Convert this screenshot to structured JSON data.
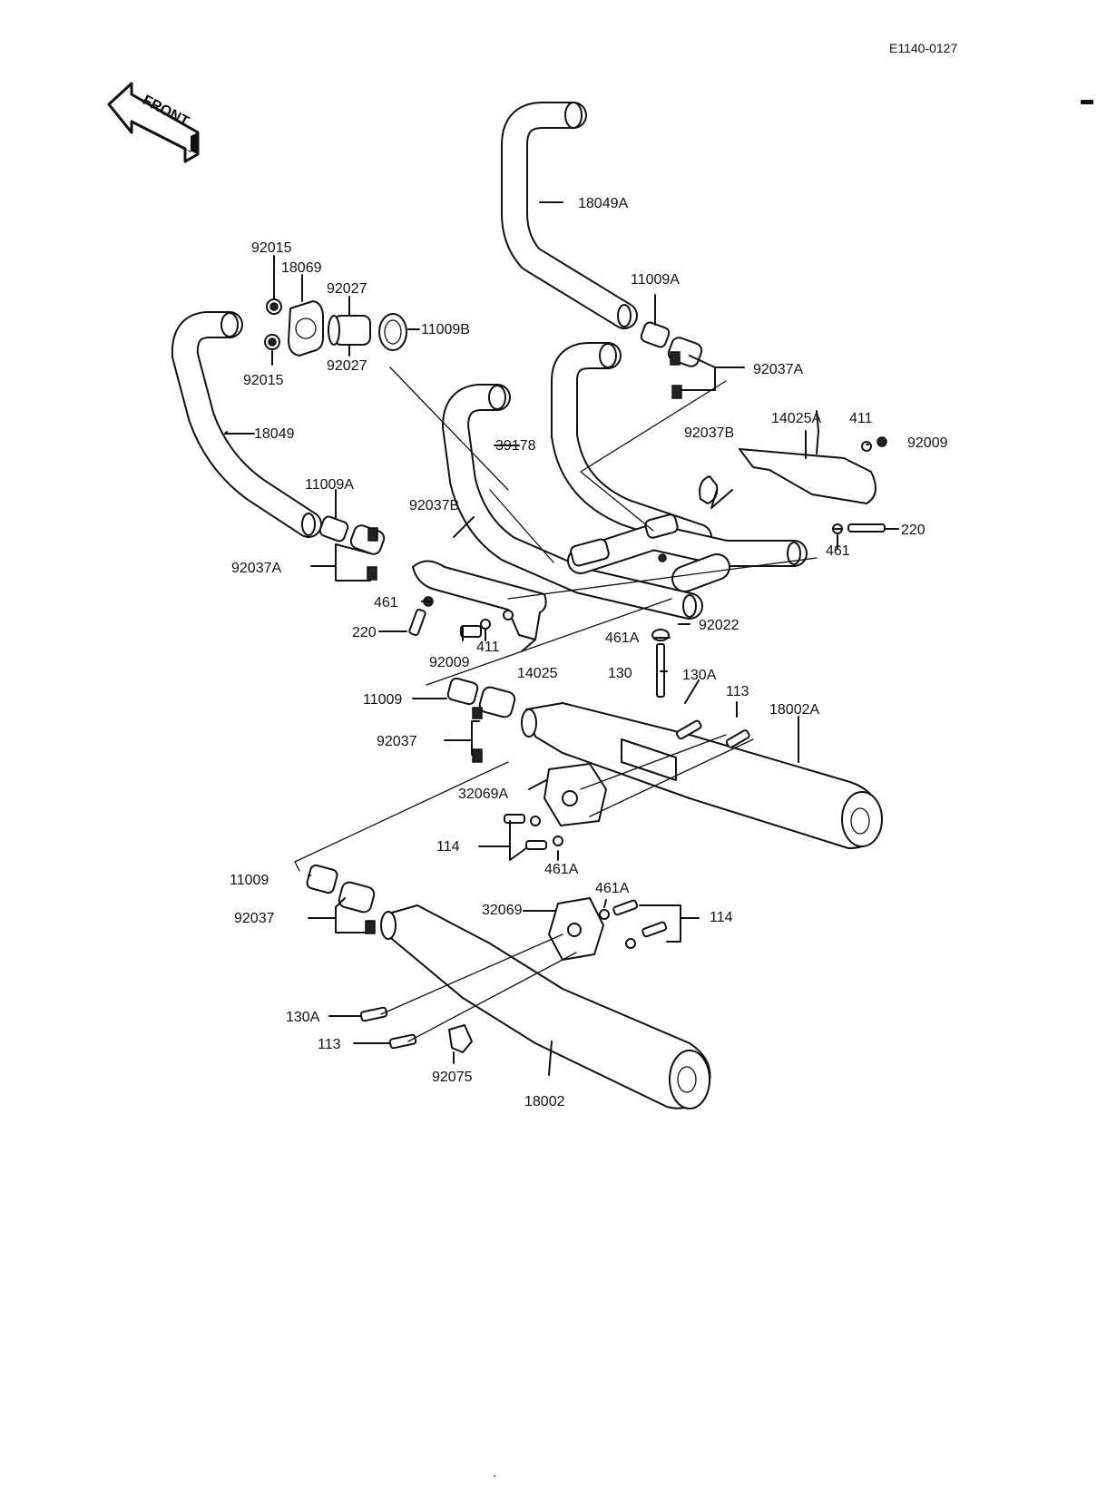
{
  "diagram_code": "E1140-0127",
  "front_label": "FRONT",
  "labels": {
    "l_18049A": "18049A",
    "l_92015_top": "92015",
    "l_18069": "18069",
    "l_92027_top": "92027",
    "l_11009B": "11009B",
    "l_92027_bottom": "92027",
    "l_92015_bottom": "92015",
    "l_11009A_top": "11009A",
    "l_92037A_top": "92037A",
    "l_18049": "18049",
    "l_39178": "39178",
    "l_14025A": "14025A",
    "l_411_top": "411",
    "l_92009_top": "92009",
    "l_92037B_right": "92037B",
    "l_11009A_left": "11009A",
    "l_92037B_left": "92037B",
    "l_92037A_left": "92037A",
    "l_220_right": "220",
    "l_461_right": "461",
    "l_461_left": "461",
    "l_92022": "92022",
    "l_220_left": "220",
    "l_461A_mid": "461A",
    "l_411_left": "411",
    "l_92009_left": "92009",
    "l_14025": "14025",
    "l_130": "130",
    "l_130A_top": "130A",
    "l_113_top": "113",
    "l_11009_top": "11009",
    "l_18002A": "18002A",
    "l_92037_top": "92037",
    "l_32069A": "32069A",
    "l_114_top": "114",
    "l_461A_lower": "461A",
    "l_11009_bottom": "11009",
    "l_461A_bottom": "461A",
    "l_32069": "32069",
    "l_114_bottom": "114",
    "l_92037_bottom": "92037",
    "l_130A_bottom": "130A",
    "l_113_bottom": "113",
    "l_92075": "92075",
    "l_18002": "18002"
  }
}
